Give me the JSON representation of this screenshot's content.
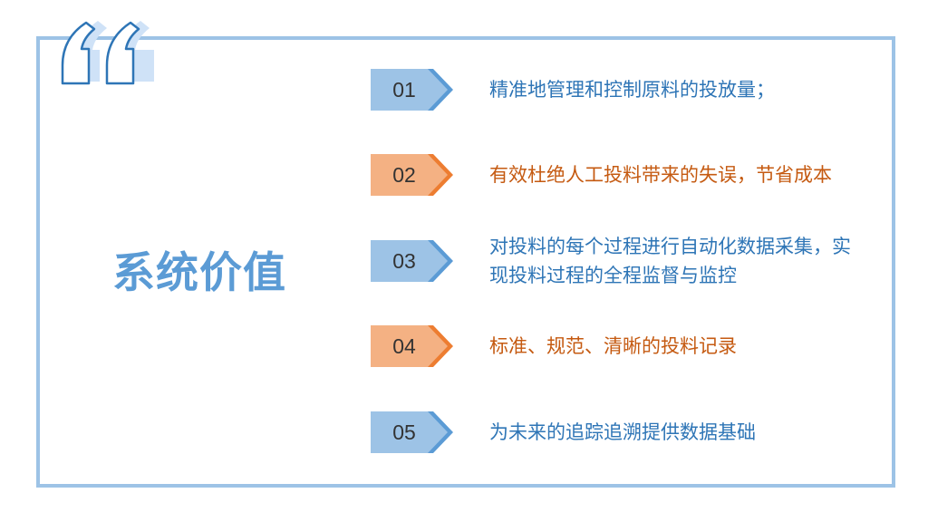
{
  "title": "系统价值",
  "colors": {
    "frame": "#9dc3e6",
    "title": "#5b9bd5",
    "blue_light": "#9dc3e6",
    "blue_dark": "#5b9bd5",
    "blue_text": "#2e75b6",
    "orange_light": "#f4b183",
    "orange_dark": "#ed7d31",
    "orange_text": "#c55a11"
  },
  "decoration": {
    "icon": "quote-mark-icon"
  },
  "items": [
    {
      "number": "01",
      "text": "精准地管理和控制原料的投放量；",
      "color": "blue"
    },
    {
      "number": "02",
      "text": "有效杜绝人工投料带来的失误，节省成本",
      "color": "orange"
    },
    {
      "number": "03",
      "text": "对投料的每个过程进行自动化数据采集，实现投料过程的全程监督与监控",
      "color": "blue"
    },
    {
      "number": "04",
      "text": "标准、规范、清晰的投料记录",
      "color": "orange"
    },
    {
      "number": "05",
      "text": "为未来的追踪追溯提供数据基础",
      "color": "blue"
    }
  ]
}
